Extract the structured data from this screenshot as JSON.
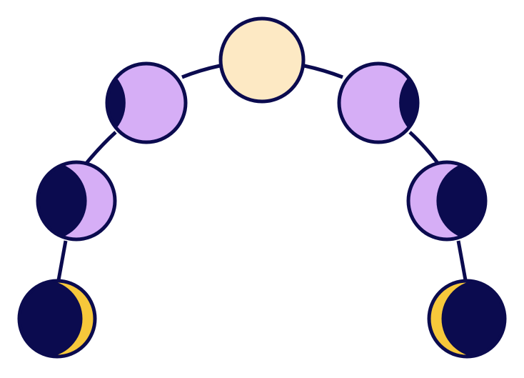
{
  "illustration": {
    "colors": {
      "outline": "#0b0b4f",
      "dark": "#0b0b4f",
      "lavender": "#d6aef6",
      "full_moon": "#fde9c4",
      "crescent": "#f7c83b",
      "background": "#ffffff"
    },
    "phases": [
      {
        "icon": "waxing-crescent-moon-icon",
        "lit_fraction": 0.2,
        "lit_side": "right",
        "lit_color": "crescent"
      },
      {
        "icon": "first-quarter-moon-icon",
        "lit_fraction": 0.4,
        "lit_side": "right",
        "lit_color": "lavender"
      },
      {
        "icon": "waxing-gibbous-moon-icon",
        "lit_fraction": 0.8,
        "lit_side": "right",
        "lit_color": "lavender"
      },
      {
        "icon": "full-moon-icon",
        "lit_fraction": 1.0,
        "lit_side": "none",
        "lit_color": "full_moon"
      },
      {
        "icon": "waning-gibbous-moon-icon",
        "lit_fraction": 0.8,
        "lit_side": "left",
        "lit_color": "lavender"
      },
      {
        "icon": "last-quarter-moon-icon",
        "lit_fraction": 0.4,
        "lit_side": "left",
        "lit_color": "lavender"
      },
      {
        "icon": "waning-crescent-moon-icon",
        "lit_fraction": 0.2,
        "lit_side": "left",
        "lit_color": "crescent"
      }
    ]
  }
}
